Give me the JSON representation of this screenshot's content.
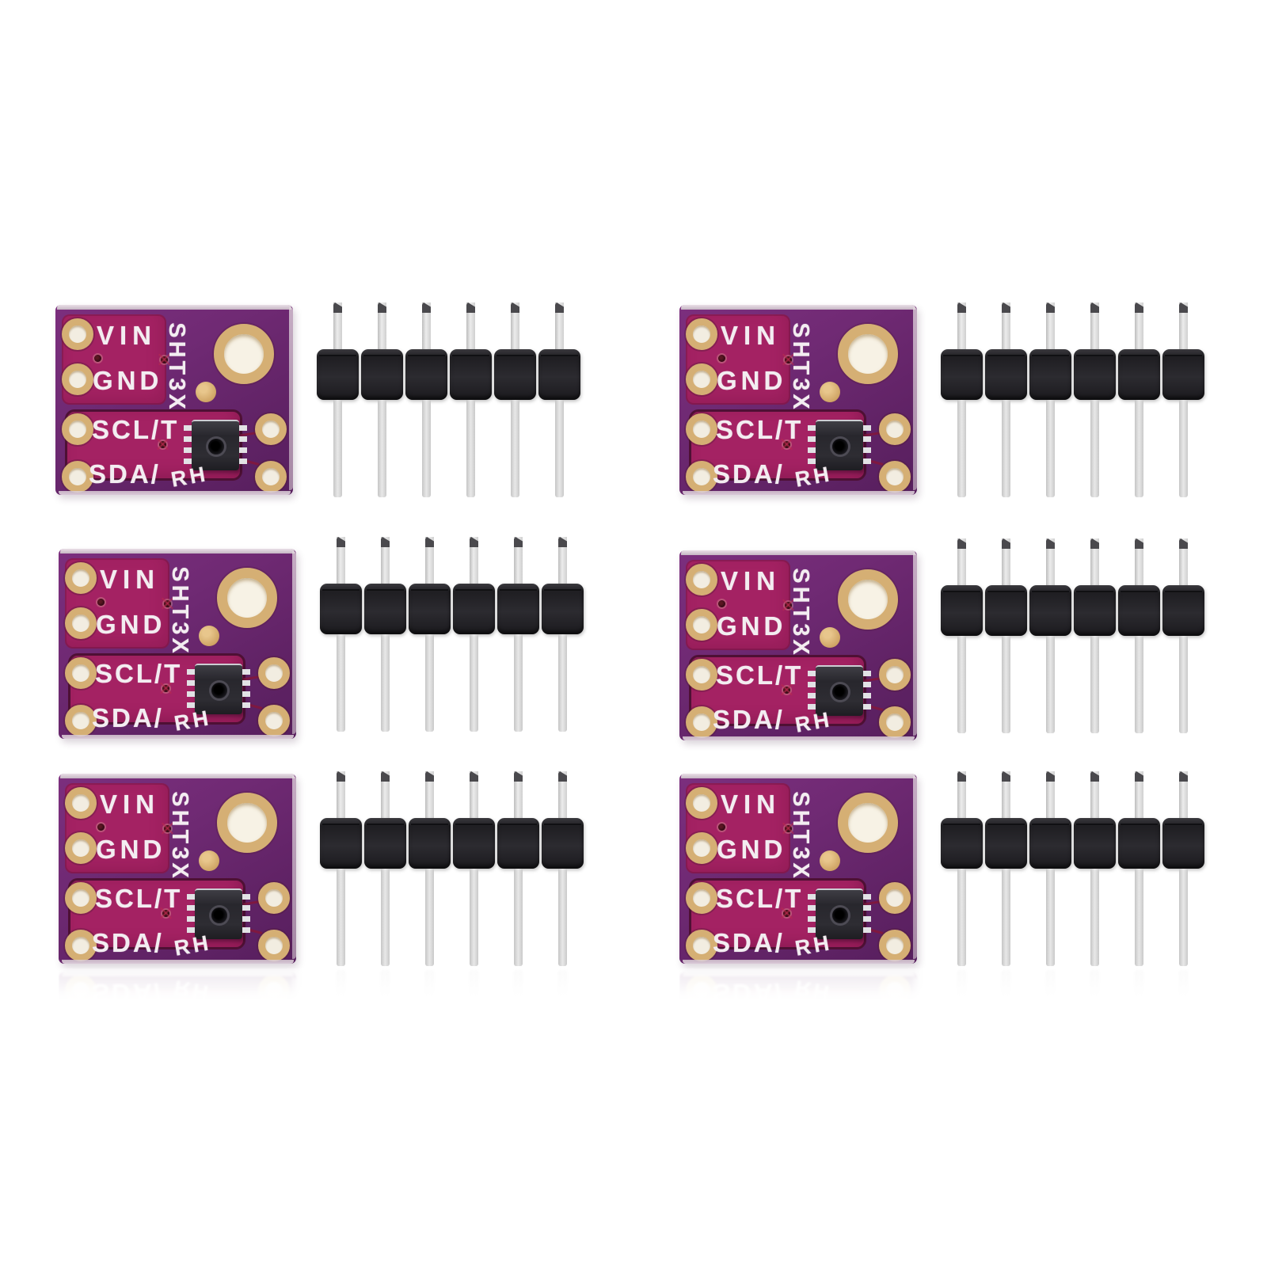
{
  "scene": {
    "type": "product-photo",
    "subject": "Six GY-SHT3X temperature and humidity sensor breakout boards, each paired with a 6-pin male pin header strip, on a white background",
    "background_color": "#FFFFFF",
    "unit_count": 6,
    "grid_rows": 3,
    "grid_columns": 2
  },
  "board": {
    "silkscreen_labels": {
      "vin": "VIN",
      "gnd": "GND",
      "scl": "SCL/T",
      "sda": "SDA/",
      "rh": "RH",
      "chip": "SHT3X"
    },
    "pads_left_count": 4,
    "pads_right_count": 2,
    "mounting_hole_count": 1,
    "colors": {
      "substrate_purple": "#7A2E7D",
      "substrate_purple_dark": "#571F5E",
      "soldermask_magenta": "#A42263",
      "region_outline": "#4E1034",
      "silkscreen_white": "#F3EDF1",
      "pad_gold": "#D5AF74",
      "pad_core": "#F2EDE1",
      "edge_bevel": "#E6DDE3",
      "chip_body": "#26252B",
      "chip_pin_silver": "#E2E2E5",
      "trace_red": "#7E1840"
    }
  },
  "pin_header": {
    "pin_count": 6,
    "colors": {
      "plastic_black": "#232227",
      "pin_silver": "#D8D8D8",
      "pin_tip_dark": "#4A494D"
    }
  }
}
